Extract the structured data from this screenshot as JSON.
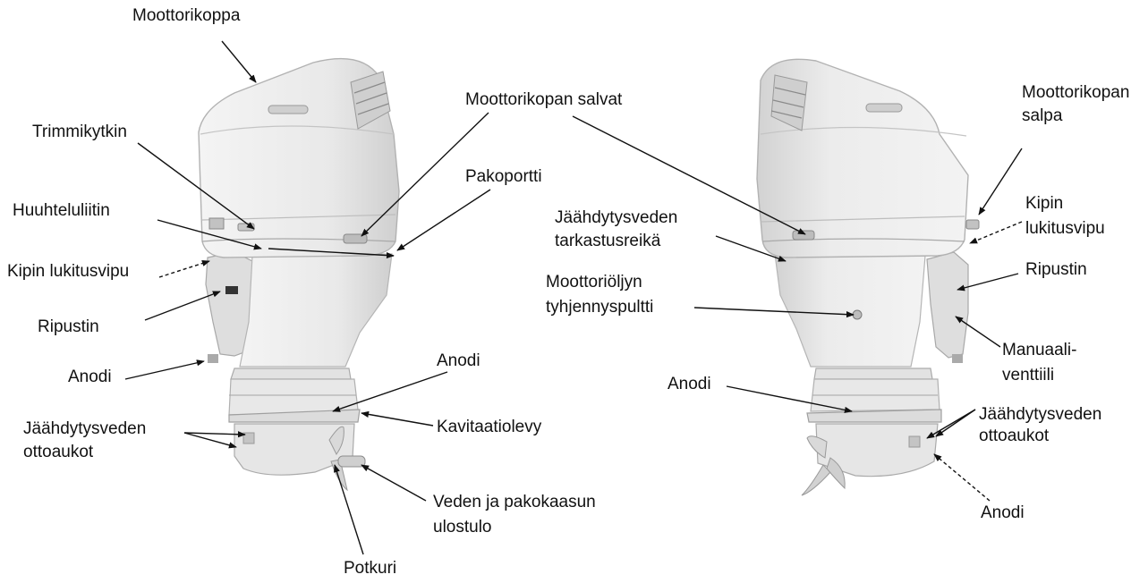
{
  "colors": {
    "ink": "#111111",
    "motor_fill": "#ededed",
    "motor_shade": "#d6d6d6",
    "motor_edge": "#b5b5b5",
    "motor_dark": "#4a4a4a"
  },
  "icons": [
    "outboard-motor-left-view",
    "outboard-motor-right-view",
    "callout-arrow"
  ],
  "labels_left": {
    "moottorikoppa": "Moottorikoppa",
    "trimmikytkin": "Trimmikytkin",
    "huuhteluliitin": "Huuhteluliitin",
    "kipin_lukitusvipu": "Kipin lukitusvipu",
    "ripustin": "Ripustin",
    "anodi": "Anodi",
    "jaahdytysveden_ottoaukot_1": "Jäähdytysveden",
    "jaahdytysveden_ottoaukot_2": "ottoaukot",
    "moottorikopan_salvat": "Moottorikopan salvat",
    "pakoportti": "Pakoportti",
    "anodi_lower": "Anodi",
    "kavitaatiolevy": "Kavitaatiolevy",
    "veden_ja_pakokaasun_1": "Veden ja pakokaasun",
    "veden_ja_pakokaasun_2": "ulostulo",
    "potkuri": "Potkuri"
  },
  "labels_right": {
    "tarkastusreika_1": "Jäähdytysveden",
    "tarkastusreika_2": "tarkastusreikä",
    "oljyn_tyhjennys_1": "Moottoriöljyn",
    "oljyn_tyhjennys_2": "tyhjennyspultti",
    "anodi": "Anodi",
    "kopan_salpa_1": "Moottorikopan",
    "kopan_salpa_2": "salpa",
    "kipin_lukitusvipu_1": "Kipin",
    "kipin_lukitusvipu_2": "lukitusvipu",
    "ripustin": "Ripustin",
    "manuaaliventtiili_1": "Manuaali-",
    "manuaaliventtiili_2": "venttiili",
    "jaahdytysveden_ottoaukot_1": "Jäähdytysveden",
    "jaahdytysveden_ottoaukot_2": "ottoaukot",
    "anodi_lower": "Anodi"
  }
}
